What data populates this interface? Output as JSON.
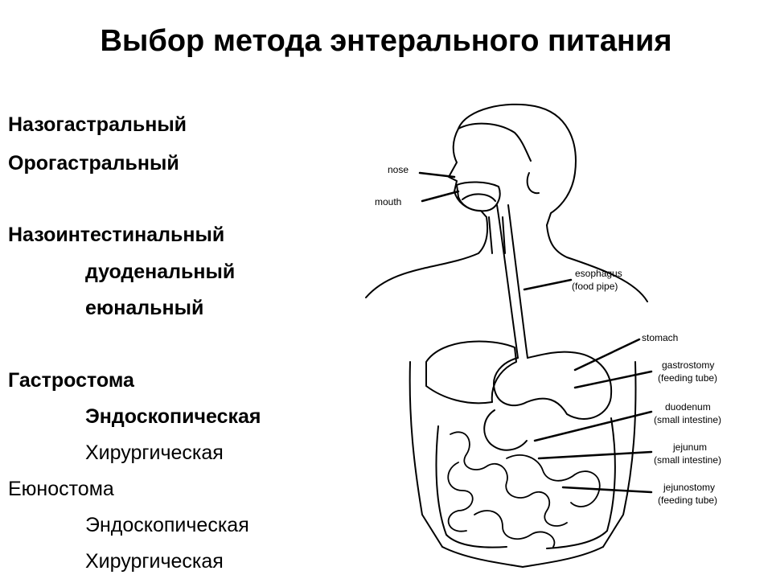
{
  "title": "Выбор метода энтерального питания",
  "methods": [
    {
      "text": "Назогастральный",
      "style": "bold"
    },
    {
      "text": "Орогастральный",
      "style": "bold"
    },
    {
      "text": "Назоинтестинальный",
      "style": "bold"
    },
    {
      "text": "дуоденальный",
      "style": "bold-indent"
    },
    {
      "text": "еюнальный",
      "style": "bold-indent"
    },
    {
      "text": "Гастростома",
      "style": "bold"
    },
    {
      "text": "Эндоскопическая",
      "style": "bold-indent"
    },
    {
      "text": "Хирургическая",
      "style": "indent"
    },
    {
      "text": "Еюностома",
      "style": "normal"
    },
    {
      "text": "Эндоскопическая",
      "style": "indent"
    },
    {
      "text": "Хирургическая",
      "style": "indent"
    }
  ],
  "diagram_labels": {
    "nose": "nose",
    "mouth": "mouth",
    "esophagus": [
      "esophagus",
      "(food pipe)"
    ],
    "stomach": "stomach",
    "gastrostomy": [
      "gastrostomy",
      "(feeding tube)"
    ],
    "duodenum": [
      "duodenum",
      "(small intestine)"
    ],
    "jejunum": [
      "jejunum",
      "(small intestine)"
    ],
    "jejunostomy": [
      "jejunostomy",
      "(feeding tube)"
    ]
  }
}
